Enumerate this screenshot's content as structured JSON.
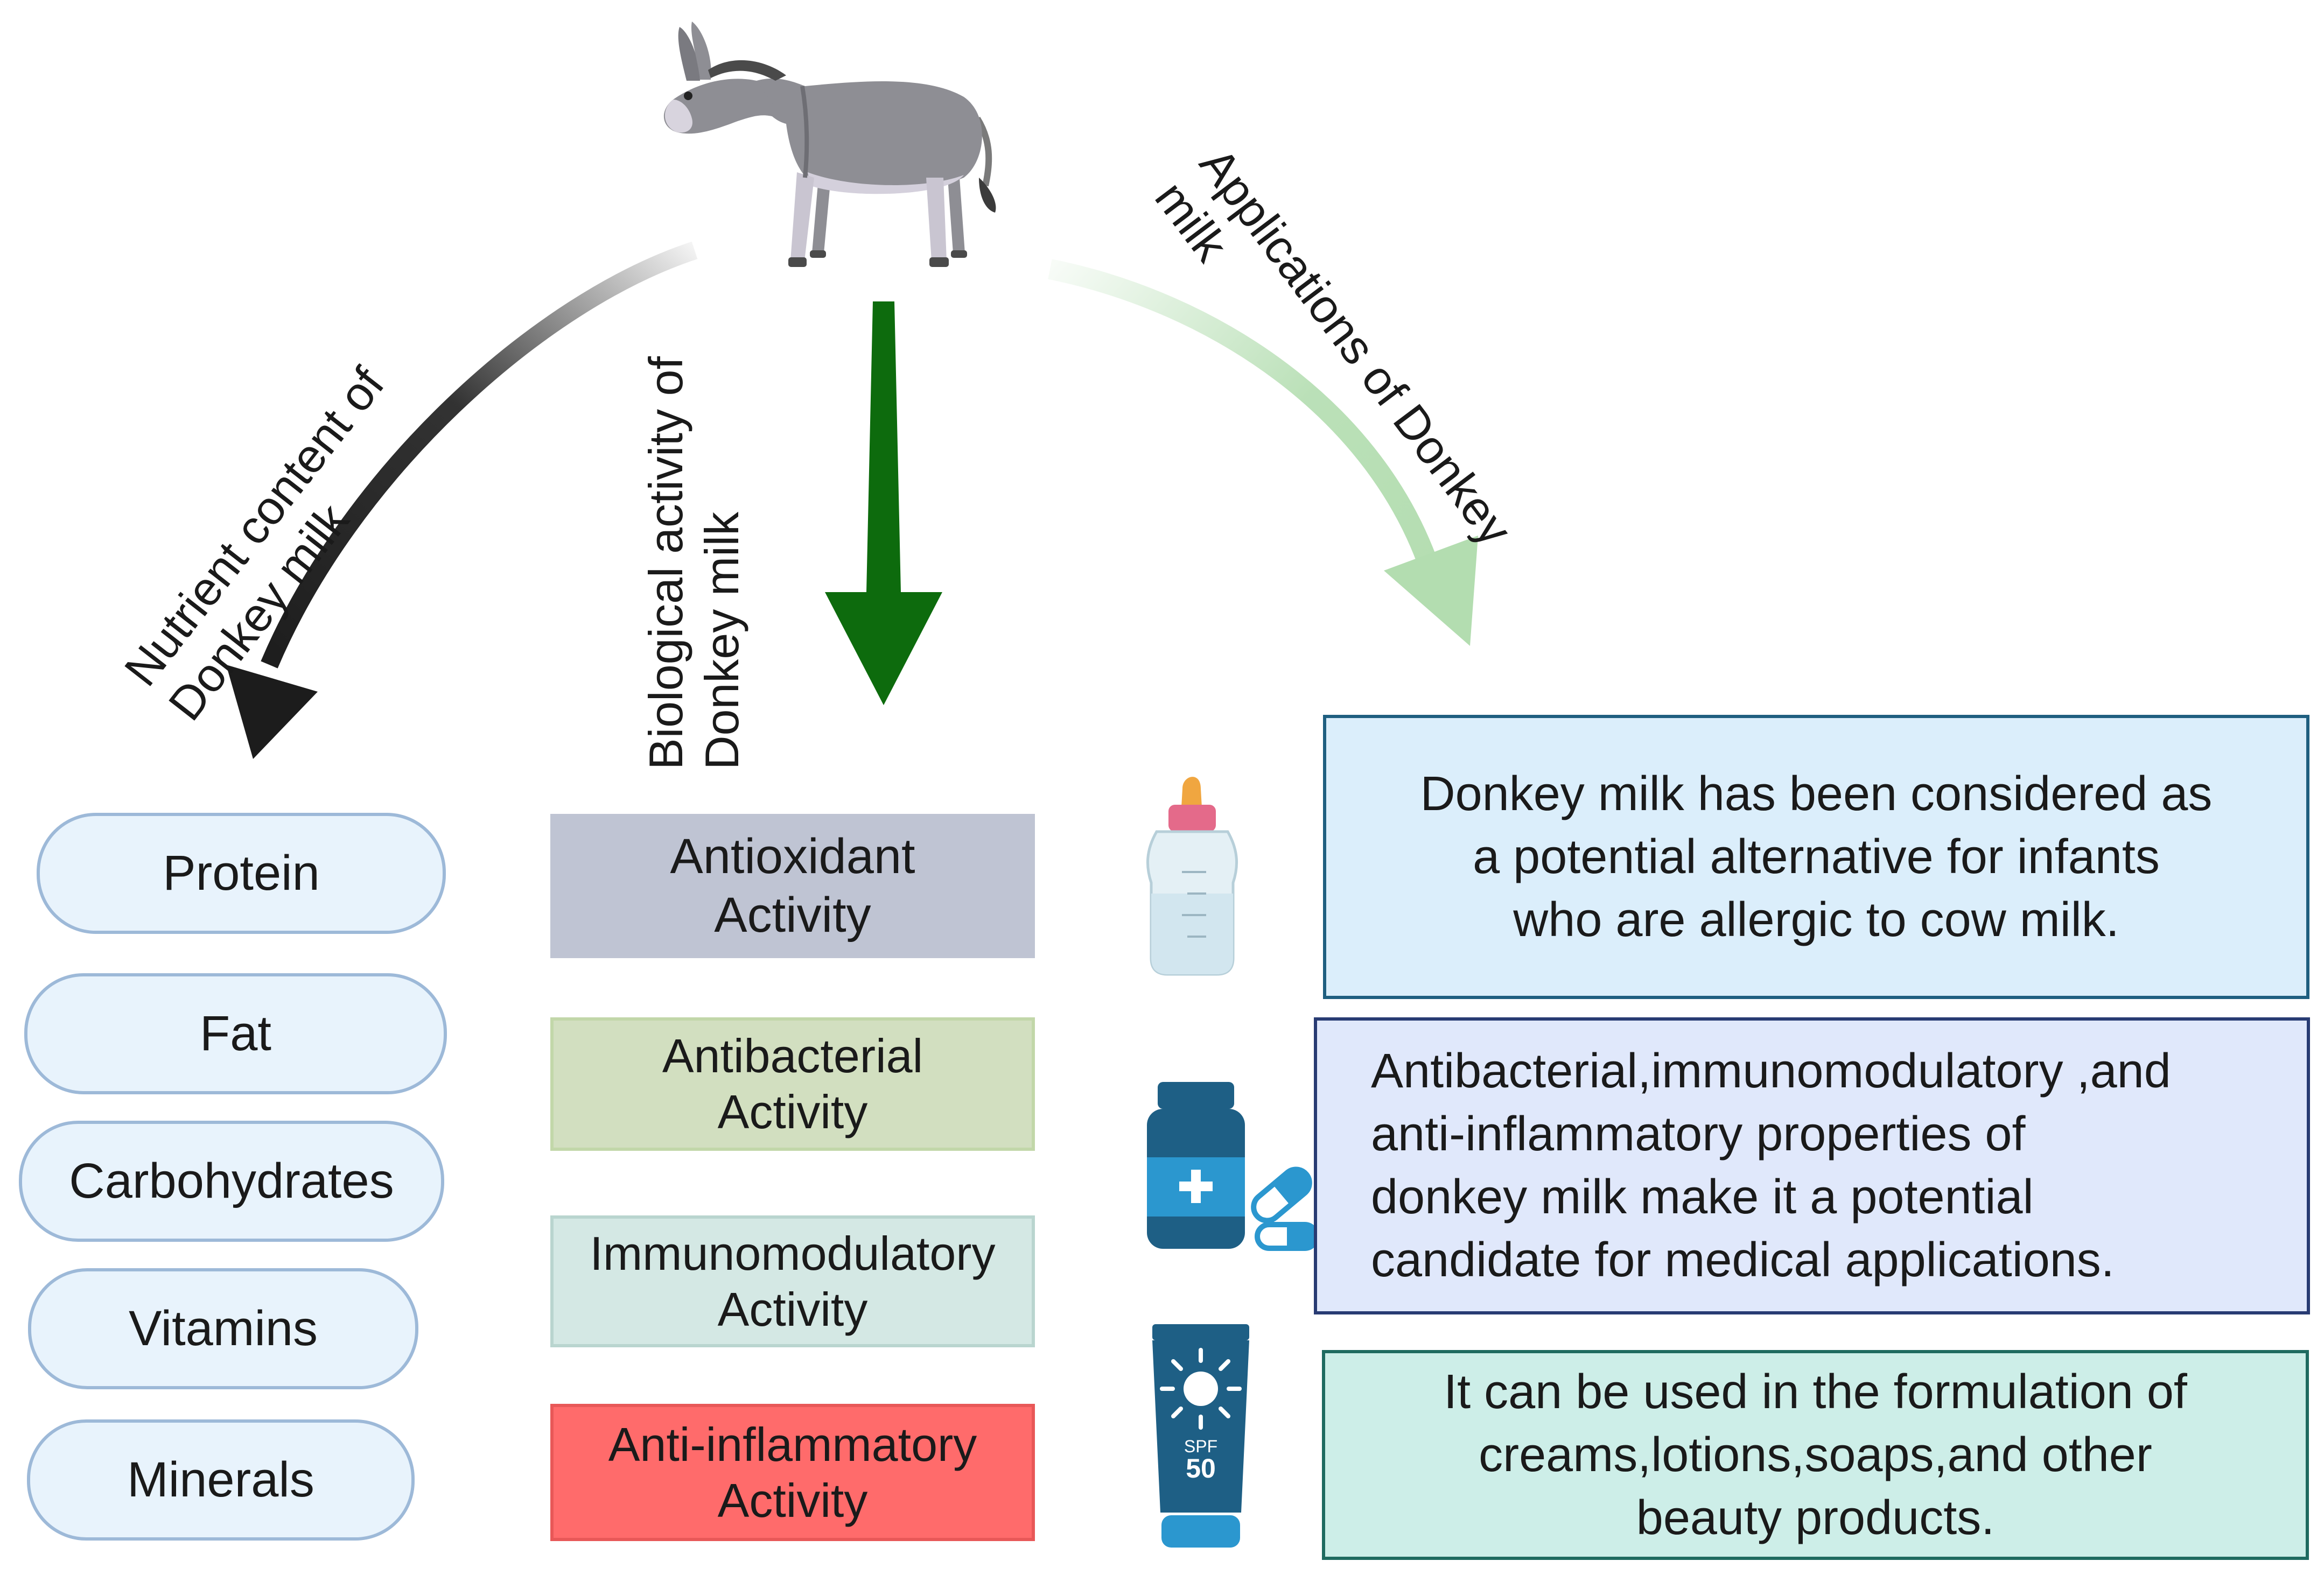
{
  "arrow_labels": {
    "nutrient": "Nutrient content of\nDonkey milk",
    "biological": "Biological activity of\nDonkey milk",
    "applications": "Applications of Donkey\nmilk"
  },
  "nutrients": [
    "Protein",
    "Fat",
    "Carbohydrates",
    "Vitamins",
    "Minerals"
  ],
  "activities": [
    {
      "label": "Antioxidant\nActivity",
      "color": "#bfc4d3"
    },
    {
      "label": "Antibacterial\nActivity",
      "color": "#d2dfc0"
    },
    {
      "label": "Immunomodulatory\nActivity",
      "color": "#d4e8e4"
    },
    {
      "label": "Anti-inflammatory\nActivity",
      "color": "#ff6b6b"
    }
  ],
  "applications": [
    {
      "text": "Donkey milk has been considered as\na potential alternative for infants\nwho are allergic to cow milk.",
      "fill": "#dbeefb",
      "border": "#1f5f80"
    },
    {
      "text": "Antibacterial,immunomodulatory ,and\nanti-inflammatory properties of\ndonkey milk make it a potential\ncandidate for medical applications.",
      "fill": "#e0e8fb",
      "border": "#283b73"
    },
    {
      "text": "It can be used in the formulation of\ncreams,lotions,soaps,and other\nbeauty products.",
      "fill": "#cdeee8",
      "border": "#1f6b60"
    }
  ],
  "icons": {
    "animal": "donkey-icon",
    "bottle": "baby-bottle-icon",
    "medicine": "medicine-bottle-icon",
    "pill": "capsule-icon",
    "sunscreen": "sunscreen-tube-icon",
    "spf_label": "SPF",
    "spf_value": "50"
  },
  "colors": {
    "nutrient_arrow": "#1c1c1c",
    "biological_arrow": "#0d6b0d",
    "applications_arrow": "#b3ddb0"
  }
}
